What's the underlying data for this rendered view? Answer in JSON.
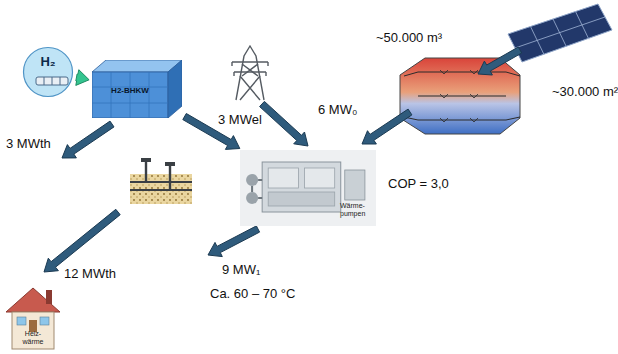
{
  "diagram": {
    "nodes": [
      {
        "text": [
          "H₂"
        ]
      },
      {
        "text": [
          "H2-BHKW"
        ]
      },
      {
        "text": [
          "Wärme- pumpen"
        ]
      },
      {
        "text": [
          "Heiz- wärme"
        ]
      }
    ],
    "edges": [
      {
        "from": 0,
        "to": 1,
        "arrow": "to"
      },
      {
        "from": 1,
        "to": 2,
        "arrow": "to"
      }
    ],
    "labels": [
      "3 MWth",
      "3 MWel",
      "~50.000 m³",
      "~30.000 m²",
      "6 MW₀",
      "COP = 3,0",
      "9 MW₁",
      "Ca. 60 – 70 °C",
      "12 MWth"
    ]
  }
}
